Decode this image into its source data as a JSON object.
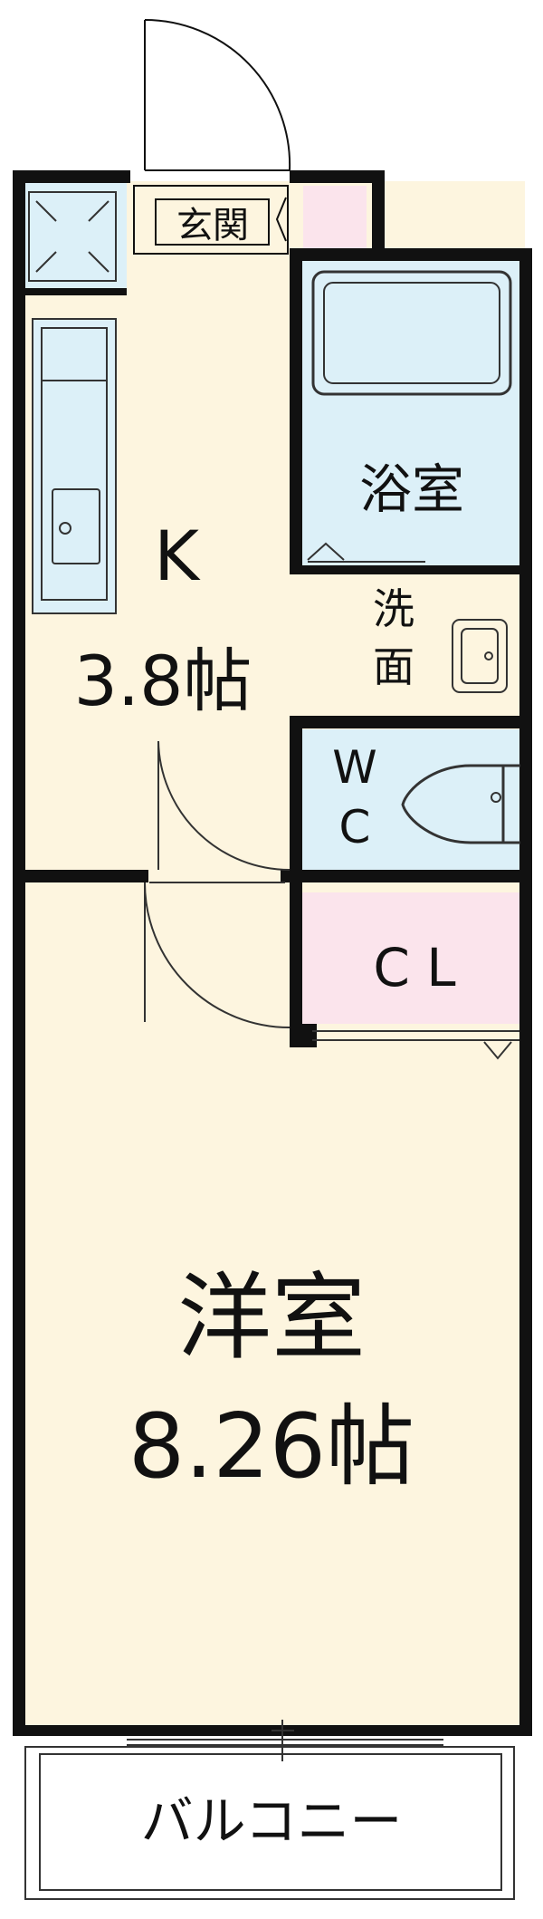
{
  "colors": {
    "wall": "#111111",
    "room_fill": "#fdf5df",
    "bath_fill": "#dcf0f8",
    "closet_fill": "#fbe4ec",
    "entry_pink": "#fbe4ec",
    "outside": "#ffffff"
  },
  "rooms": {
    "entrance": "玄関",
    "bathroom": "浴室",
    "kitchen": {
      "name": "K",
      "area": "3.8帖"
    },
    "washroom": {
      "line1": "洗",
      "line2": "面"
    },
    "toilet": {
      "line1": "W",
      "line2": "C"
    },
    "closet": "C L",
    "western_room": {
      "name": "洋室",
      "area": "8.26帖"
    },
    "balcony": "バルコニー"
  },
  "icons": [
    "entrance-door-icon",
    "shoe-box-icon",
    "kitchen-counter-icon",
    "sink-icon",
    "bathtub-icon",
    "washbasin-icon",
    "toilet-icon",
    "door-swing-icon",
    "window-icon"
  ]
}
